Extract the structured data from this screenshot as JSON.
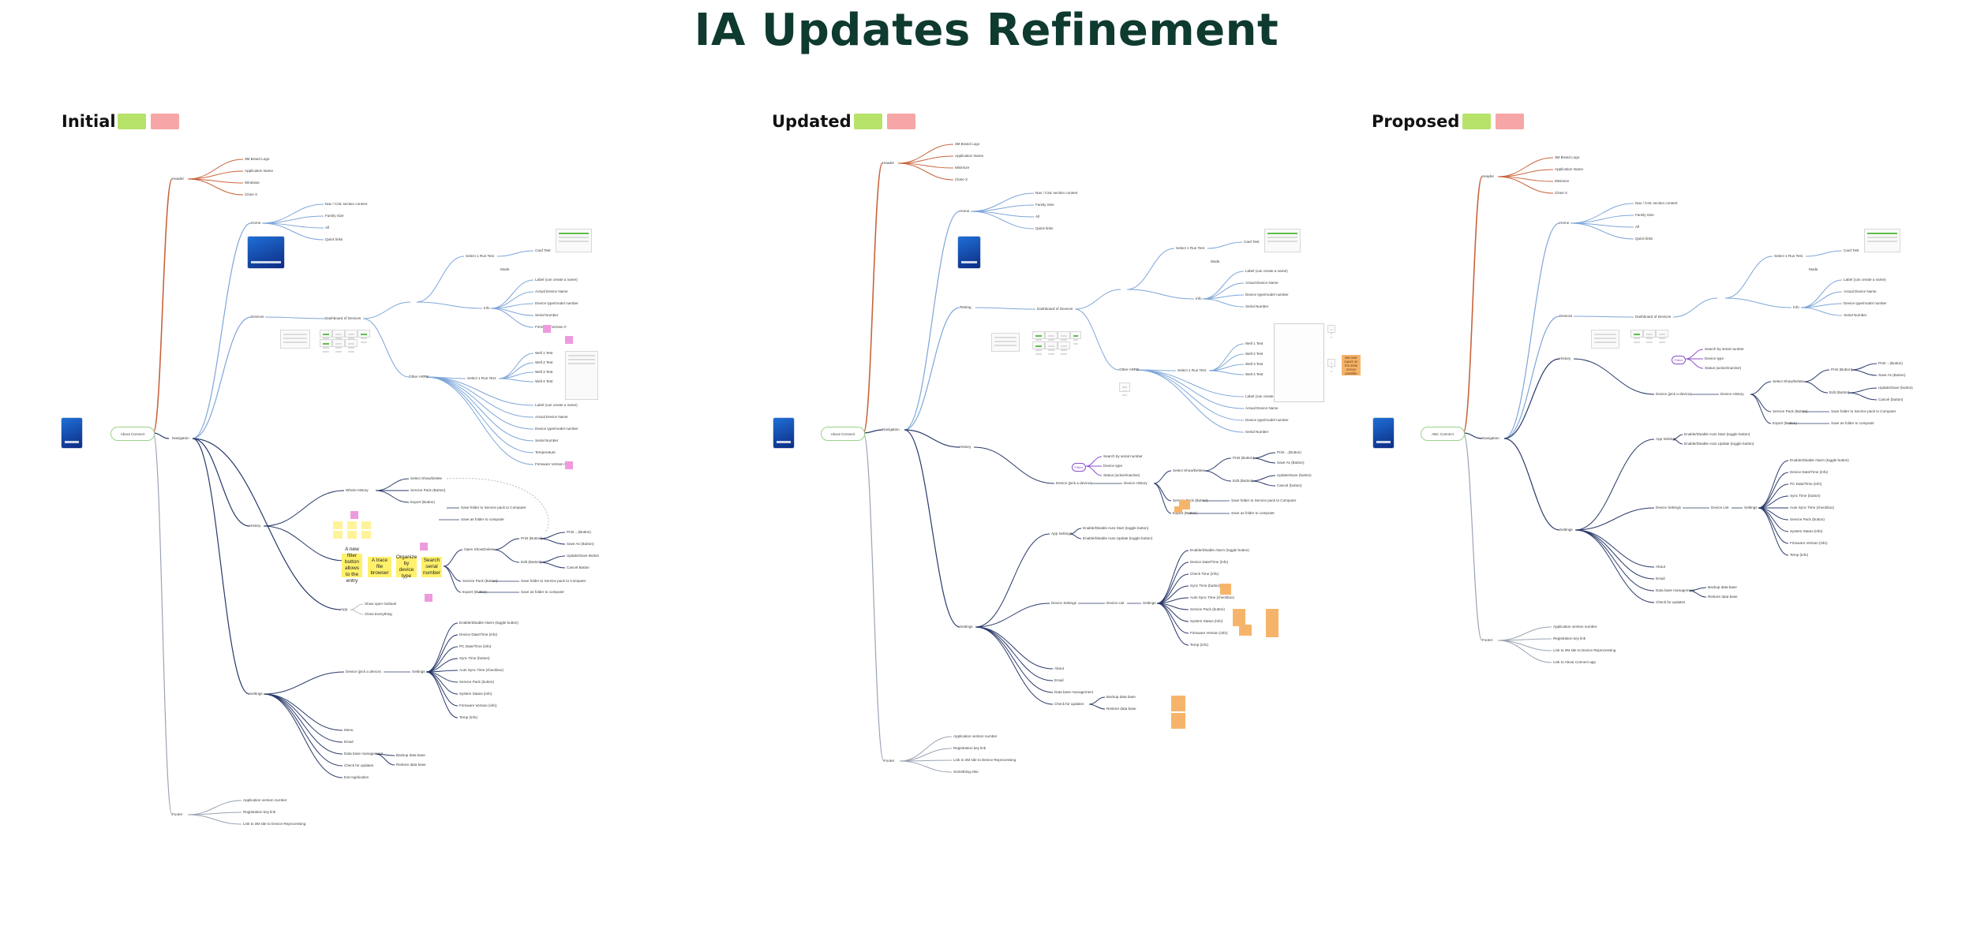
{
  "board": {
    "title": "IA Updates Refinement",
    "columns": [
      {
        "label": "Initial",
        "swatches": [
          "#b7e36b",
          "#f6a6a6"
        ]
      },
      {
        "label": "Updated",
        "swatches": [
          "#b7e36b",
          "#f6a6a6"
        ]
      },
      {
        "label": "Proposed",
        "swatches": [
          "#b7e36b",
          "#f6a6a6"
        ]
      }
    ],
    "colors": {
      "title": "#0e3a2f",
      "header_branch": "#c8643c",
      "light_branch": "#7ea6d8",
      "dark_branch": "#2a3a6a",
      "root_outline": "#9bd18a"
    }
  },
  "initial": {
    "root": "About Connect",
    "header": {
      "label": "Header",
      "items": [
        "3M Brand Logo",
        "Application Name",
        "Windows",
        "Close X"
      ]
    },
    "navigation": {
      "label": "Navigation",
      "home": {
        "label": "Home",
        "items": [
          "Nav / Cstc section content",
          "Family Size",
          "All",
          "Quick links"
        ]
      },
      "devices": {
        "label": "Devices",
        "dashboard": "Dashboard of Devices",
        "select_run": "Select 1 Run Test",
        "card_test": "Card Test",
        "mode": "Mode",
        "info": "Info",
        "info_items": [
          "Label (can create a name)",
          "Actual Device Name",
          "Device type/model number",
          "Serial Number",
          "Firmware Version #"
        ],
        "other_label": "Other ARRE",
        "select_run2": "Select 1 Run Test",
        "wells": [
          "Well 1 Test",
          "Well 2 Test",
          "Well 3 Test",
          "Well 4 Test"
        ],
        "info2_items": [
          "Label (can create a name)",
          "Actual Device Name",
          "Device type/model number",
          "Serial Number",
          "Temperature",
          "Firmware Version #"
        ]
      },
      "history": {
        "label": "History",
        "whole": "Whole History",
        "whole_items": [
          "Select Show/Delete",
          "Service Pack (Button)",
          "Export (Button)"
        ],
        "whole_targets": [
          "Save folder to Service pack to Computer",
          "Save as folder to computer"
        ],
        "stickies": [
          "A new filter button allows to the entry",
          "A trace file browser",
          "Organize by device type",
          "Search serial number"
        ],
        "open_show": "Open Show/Delete",
        "print_btn": "Print (Button)",
        "print_targets": [
          "Print ...(Button)",
          "Save As (Button)"
        ],
        "edit_btn": "Edit (Button)",
        "edit_targets": [
          "Update/Save Button",
          "Cancel Button"
        ],
        "service_pack": "Service Pack (Button)",
        "service_pack_target": "Save folder to Service pack to Computer",
        "export": "Export (Button)",
        "export_target": "Save as folder to computer"
      },
      "app": {
        "label": "App",
        "items": [
          "Show open Outlook",
          "Close Everything"
        ]
      },
      "settings": {
        "label": "Settings",
        "device_path": "Device (pick a device)",
        "settings_label": "Settings",
        "settings_items": [
          "Enable/Disable Alarm (toggle button)",
          "Device Date/Time (info)",
          "PC Date/Time (info)",
          "Sync Time (button)",
          "Auto Sync Time (checkbox)",
          "Service Pack (button)",
          "System Status (info)",
          "Firmware Version (info)",
          "Temp (info)"
        ],
        "more": [
          "Menu",
          "Email",
          "Data base management",
          "Check for updates",
          "Exit Application"
        ],
        "db_items": [
          "Backup data base",
          "Restore data base"
        ]
      }
    },
    "footer": {
      "label": "Footer",
      "items": [
        "Application version number",
        "Registration key link",
        "Link to 3M site to Device Reprocessing"
      ]
    }
  },
  "updated": {
    "root": "About Connect",
    "header": {
      "label": "Header",
      "items": [
        "3M Brand Logo",
        "Application Name",
        "Minimize",
        "Close X"
      ]
    },
    "navigation": {
      "label": "Navigation",
      "home": {
        "label": "Home",
        "items": [
          "Nav / Cstc section content",
          "Family Size",
          "All",
          "Quick links"
        ]
      },
      "testing": {
        "label": "Testing",
        "dashboard": "Dashboard of Devices",
        "select_run": "Select 1 Run Test",
        "card_test": "Card Test",
        "mode": "Mode",
        "info": "Info",
        "info_items": [
          "Label (can create a name)",
          "Actual Device Name",
          "Device type/model number",
          "Serial Number"
        ],
        "other_label": "Other ARRE",
        "select_run2": "Select 1 Run Test",
        "wells": [
          "Well 1 Test",
          "Well 2 Test",
          "Well 3 Test",
          "Well 4 Test"
        ],
        "info2_items": [
          "Label (can create a name)",
          "Actual Device Name",
          "Device type/model number",
          "Serial Number"
        ],
        "sticky": "Barcode inputs on the tests screen possible"
      },
      "history": {
        "label": "History",
        "device": "Device (pick a device)",
        "filter_badge": "Filters",
        "filters": [
          "Search by serial number",
          "Device type",
          "Status (active/inactive)"
        ],
        "device_history": "Device History",
        "show_delete": "Select Show/Delete",
        "print_btn": "Print (Button)",
        "print_targets": [
          "Print ...(Button)",
          "Save As (Button)"
        ],
        "edit_btn": "Edit (Button)",
        "edit_targets": [
          "Update/Save (button)",
          "Cancel (button)"
        ],
        "service_pack": "Service Pack (Button)",
        "service_pack_target": "Save folder to Service pack to Computer",
        "export": "Export (Button)",
        "export_target": "Save as folder to computer"
      },
      "settings": {
        "label": "Settings",
        "app_settings": "App Settings",
        "app_settings_items": [
          "Enable/Disable Auto Start (toggle button)",
          "Enable/Disable Auto Update (toggle button)"
        ],
        "device_settings": "Device Settings",
        "device_list": "Device List",
        "settings_label": "Settings",
        "settings_items": [
          "Enable/Disable Alarm (toggle button)",
          "Device Date/Time (info)",
          "Check Time (info)",
          "Sync Time (button)",
          "Auto Sync Time (checkbox)",
          "Service Pack (button)",
          "System Status (info)",
          "Firmware Version (info)",
          "Temp (info)"
        ],
        "more": [
          "About",
          "Email",
          "Data base management",
          "Check for updates"
        ],
        "db_items": [
          "Backup data base",
          "Restore data base"
        ]
      }
    },
    "footer": {
      "label": "Footer",
      "items": [
        "Application version number",
        "Registration key link",
        "Link to 3M site to Device Reprocessing",
        "Something else"
      ]
    }
  },
  "proposed": {
    "root": "ABC Connect",
    "header": {
      "label": "Header",
      "items": [
        "3M Brand Logo",
        "Application Name",
        "Minimize",
        "Close X"
      ]
    },
    "navigation": {
      "label": "Navigation",
      "home": {
        "label": "Home",
        "items": [
          "Nav / Cstc section content",
          "Family Size",
          "All",
          "Quick links"
        ]
      },
      "devices": {
        "label": "Devices",
        "dashboard": "Dashboard of Devices",
        "select_run": "Select 1 Run Test",
        "card_test": "Card Test",
        "mode": "Mode",
        "info": "Info",
        "info_items": [
          "Label (can create a name)",
          "Actual Device Name",
          "Device type/model number",
          "Serial Number"
        ]
      },
      "history": {
        "label": "History",
        "device": "Device (pick a device)",
        "filter_badge": "Filters",
        "filters": [
          "Search by serial number",
          "Device type",
          "Status (active/inactive)"
        ],
        "device_history": "Device History",
        "show_delete": "Select Show/Delete",
        "print_btn": "Print (Button)",
        "print_targets": [
          "Print ...(Button)",
          "Save As (Button)"
        ],
        "edit_btn": "Edit (Button)",
        "edit_targets": [
          "Update/Save (button)",
          "Cancel (button)"
        ],
        "service_pack": "Service Pack (Button)",
        "service_pack_target": "Save folder to Service pack to Computer",
        "export": "Export (Button)",
        "export_target": "Save as folder to computer"
      },
      "settings": {
        "label": "Settings",
        "app_settings": "App Settings",
        "app_settings_items": [
          "Enable/Disable Auto Start (toggle button)",
          "Enable/Disable Auto Update (toggle button)"
        ],
        "device_settings": "Device Settings",
        "device_list": "Device List",
        "settings_label": "Settings",
        "settings_items": [
          "Enable/Disable Alarm (toggle button)",
          "Device Date/Time (info)",
          "PC Date/Time (info)",
          "Sync Time (button)",
          "Auto Sync Time (checkbox)",
          "Service Pack (button)",
          "System Status (info)",
          "Firmware Version (info)",
          "Temp (info)"
        ],
        "more": [
          "About",
          "Email",
          "Data base management",
          "Check for updates"
        ],
        "db_items": [
          "Backup data base",
          "Restore data base"
        ]
      }
    },
    "footer": {
      "label": "Footer",
      "items": [
        "Application version number",
        "Registration key link",
        "Link to 3M site to Device Reprocessing",
        "Link to About Connect app"
      ]
    }
  }
}
